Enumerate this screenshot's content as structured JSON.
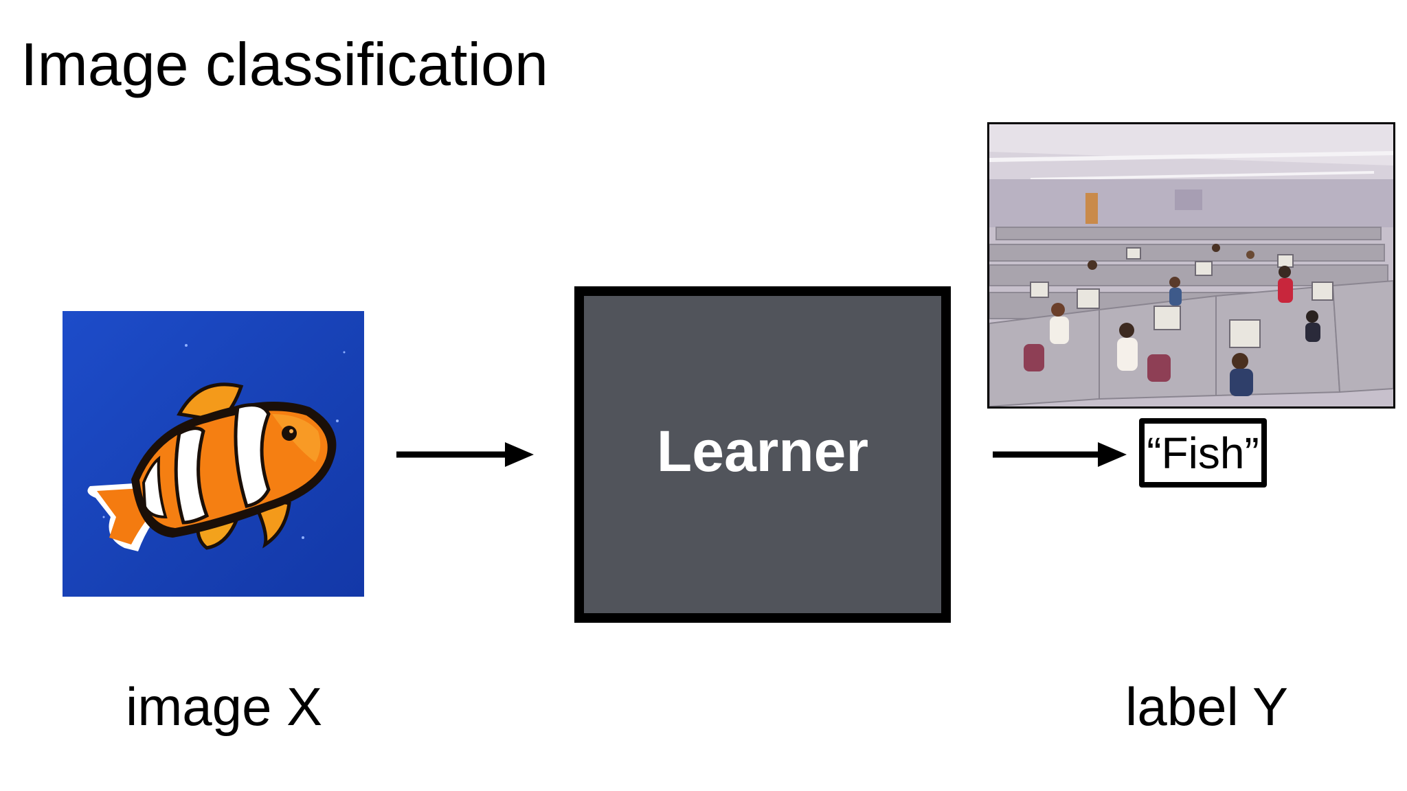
{
  "slide": {
    "title": "Image classification"
  },
  "input": {
    "image": "clownfish-photo",
    "caption": "image X"
  },
  "model": {
    "label": "Learner"
  },
  "output": {
    "image": "office-cubicles-photo",
    "label": "“Fish”",
    "caption": "label Y"
  },
  "colors": {
    "learner_fill": "#51545b",
    "fish_background": "#1741b5",
    "arrow": "#000000"
  }
}
